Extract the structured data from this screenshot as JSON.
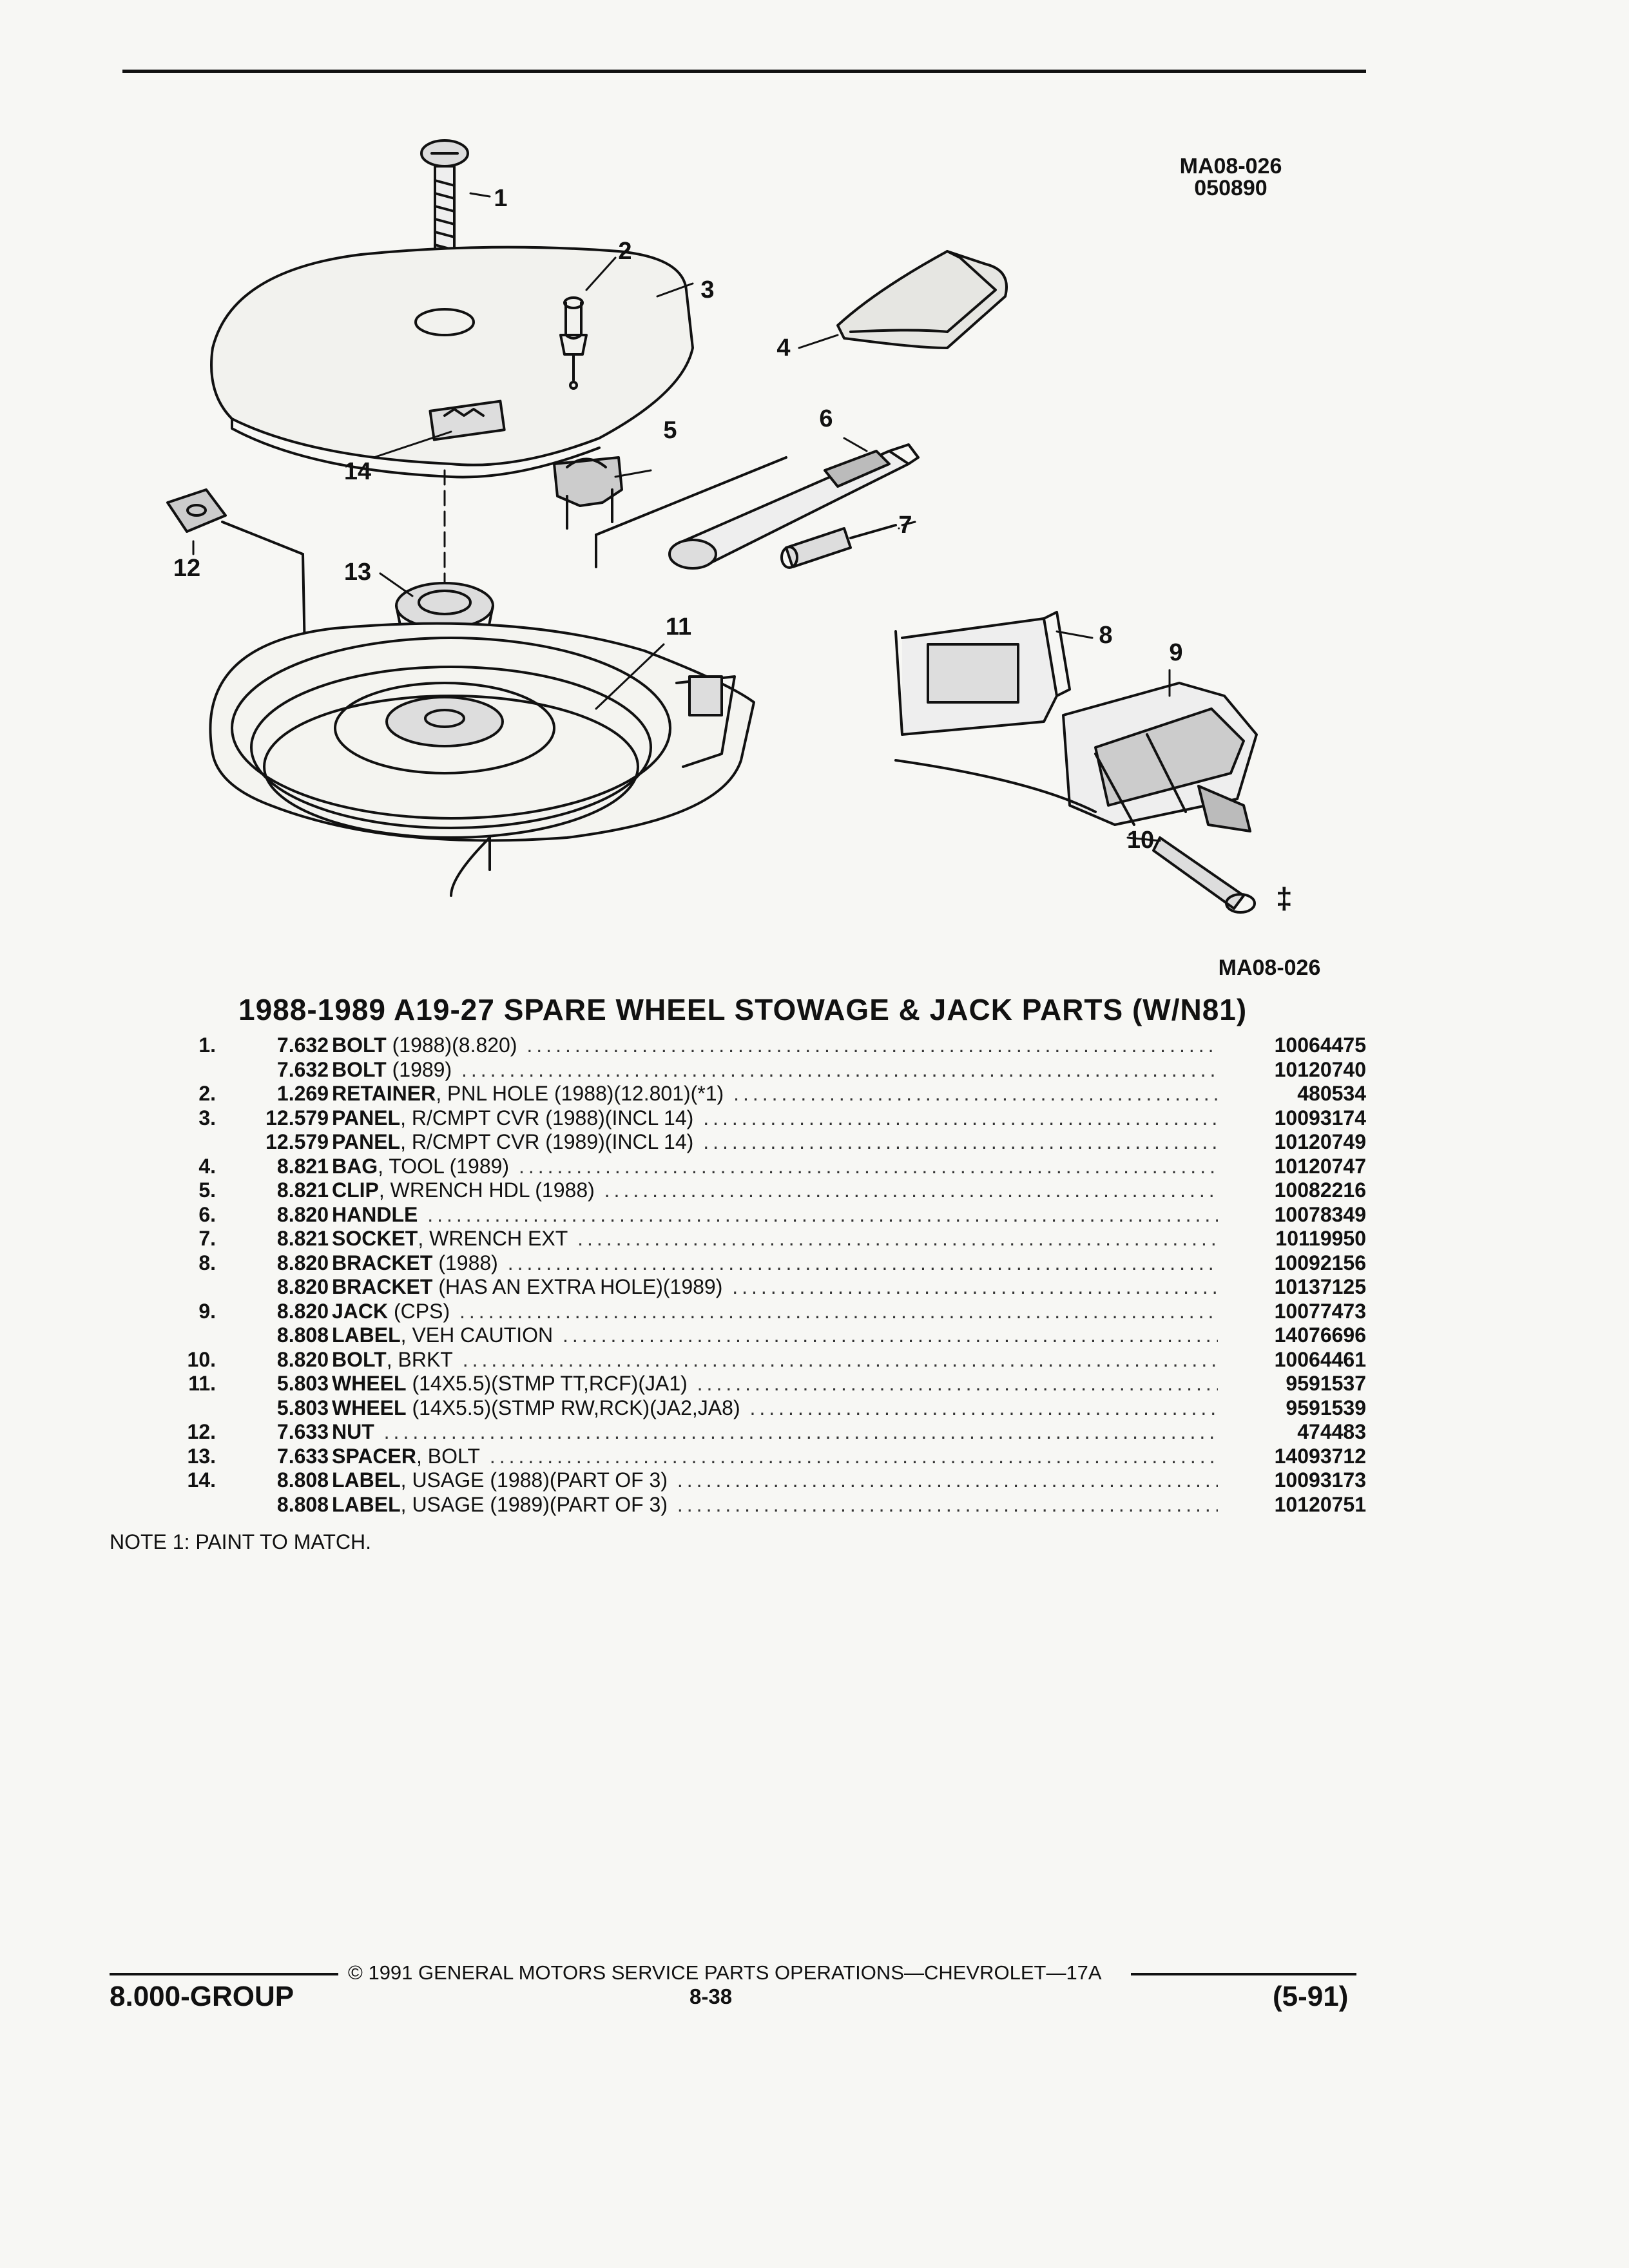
{
  "header": {
    "illustration_code": "MA08-026",
    "illustration_date": "050890",
    "footer_illustration_code": "MA08-026"
  },
  "callouts": [
    "1",
    "2",
    "3",
    "4",
    "5",
    "6",
    "7",
    "8",
    "9",
    "10",
    "11",
    "12",
    "13",
    "14"
  ],
  "title": "1988-1989 A19-27 SPARE WHEEL STOWAGE & JACK PARTS (W/N81)",
  "parts": [
    {
      "item": "1.",
      "group": "7.632",
      "name": "BOLT",
      "spec": " (1988)(8.820)",
      "part_number": "10064475"
    },
    {
      "item": "",
      "group": "7.632",
      "name": "BOLT",
      "spec": " (1989)",
      "part_number": "10120740"
    },
    {
      "item": "2.",
      "group": "1.269",
      "name": "RETAINER",
      "spec": ", PNL HOLE (1988)(12.801)(*1)",
      "part_number": "480534"
    },
    {
      "item": "3.",
      "group": "12.579",
      "name": "PANEL",
      "spec": ", R/CMPT CVR (1988)(INCL 14)",
      "part_number": "10093174"
    },
    {
      "item": "",
      "group": "12.579",
      "name": "PANEL",
      "spec": ", R/CMPT CVR (1989)(INCL 14)",
      "part_number": "10120749"
    },
    {
      "item": "4.",
      "group": "8.821",
      "name": "BAG",
      "spec": ", TOOL (1989)",
      "part_number": "10120747"
    },
    {
      "item": "5.",
      "group": "8.821",
      "name": "CLIP",
      "spec": ", WRENCH HDL (1988)",
      "part_number": "10082216"
    },
    {
      "item": "6.",
      "group": "8.820",
      "name": "HANDLE",
      "spec": "",
      "part_number": "10078349"
    },
    {
      "item": "7.",
      "group": "8.821",
      "name": "SOCKET",
      "spec": ", WRENCH EXT",
      "part_number": "10119950"
    },
    {
      "item": "8.",
      "group": "8.820",
      "name": "BRACKET",
      "spec": " (1988)",
      "part_number": "10092156"
    },
    {
      "item": "",
      "group": "8.820",
      "name": "BRACKET",
      "spec": " (HAS AN EXTRA HOLE)(1989)",
      "part_number": "10137125"
    },
    {
      "item": "9.",
      "group": "8.820",
      "name": "JACK",
      "spec": " (CPS)",
      "part_number": "10077473"
    },
    {
      "item": "",
      "group": "8.808",
      "name": "LABEL",
      "spec": ", VEH CAUTION",
      "part_number": "14076696"
    },
    {
      "item": "10.",
      "group": "8.820",
      "name": "BOLT",
      "spec": ", BRKT",
      "part_number": "10064461"
    },
    {
      "item": "11.",
      "group": "5.803",
      "name": "WHEEL",
      "spec": " (14X5.5)(STMP TT,RCF)(JA1)",
      "part_number": "9591537"
    },
    {
      "item": "",
      "group": "5.803",
      "name": "WHEEL",
      "spec": " (14X5.5)(STMP RW,RCK)(JA2,JA8)",
      "part_number": "9591539"
    },
    {
      "item": "12.",
      "group": "7.633",
      "name": "NUT",
      "spec": "",
      "part_number": "474483"
    },
    {
      "item": "13.",
      "group": "7.633",
      "name": "SPACER",
      "spec": ", BOLT",
      "part_number": "14093712"
    },
    {
      "item": "14.",
      "group": "8.808",
      "name": "LABEL",
      "spec": ", USAGE (1988)(PART OF 3)",
      "part_number": "10093173"
    },
    {
      "item": "",
      "group": "8.808",
      "name": "LABEL",
      "spec": ", USAGE (1989)(PART OF 3)",
      "part_number": "10120751"
    }
  ],
  "note": "NOTE  1:  PAINT TO MATCH.",
  "footer": {
    "copyright": "©  1991  GENERAL MOTORS SERVICE PARTS OPERATIONS—CHEVROLET—17A",
    "group": "8.000-GROUP",
    "page": "8-38",
    "revision": "(5-91)"
  }
}
